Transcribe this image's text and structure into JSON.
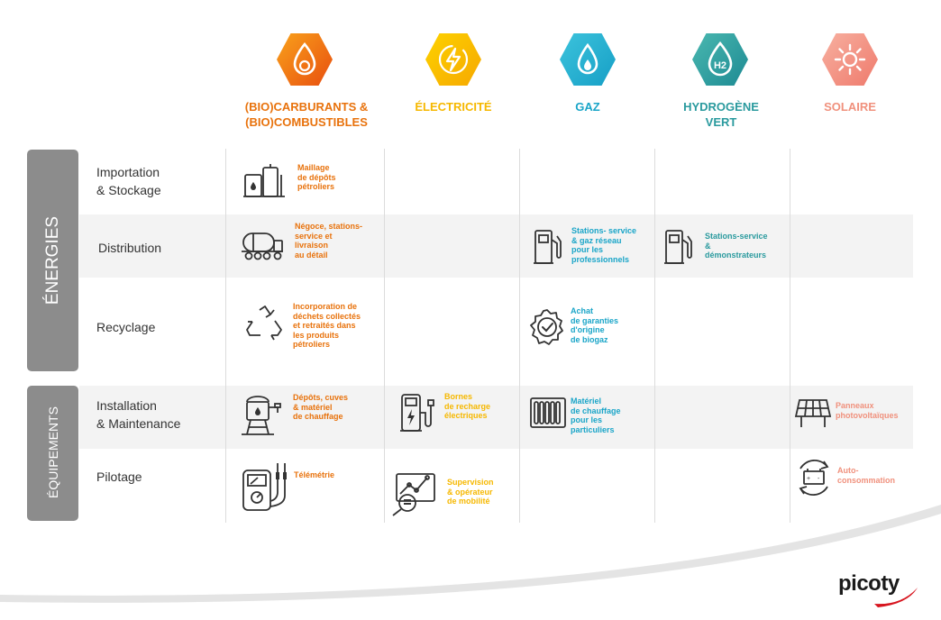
{
  "columns": [
    {
      "title": "(BIO)CARBURANTS &\n(BIO)COMBUSTIBLES",
      "color": "#e8720c",
      "icon": "flame-drop-icon"
    },
    {
      "title": "ÉLECTRICITÉ",
      "color": "#f6b800",
      "icon": "lightning-icon"
    },
    {
      "title": "GAZ",
      "color": "#1aa5c8",
      "icon": "gas-flame-icon"
    },
    {
      "title": "HYDROGÈNE\nVERT",
      "color": "#2a9a9e",
      "icon": "h2-drop-icon",
      "h2": "H2"
    },
    {
      "title": "SOLAIRE",
      "color": "#f0917d",
      "icon": "sun-icon"
    }
  ],
  "groups": {
    "energies": "ÉNERGIES",
    "equipements": "ÉQUIPEMENTS"
  },
  "rows": [
    {
      "label": "Importation\n& Stockage"
    },
    {
      "label": "Distribution"
    },
    {
      "label": "Recyclage"
    },
    {
      "label": "Installation\n& Maintenance"
    },
    {
      "label": "Pilotage"
    }
  ],
  "cells": {
    "storage_fuel": "Maillage\nde dépôts\npétroliers",
    "distribution_fuel": "Négoce, stations-\nservice et\nlivraison\nau détail",
    "distribution_gas": "Stations- service\n& gaz réseau\npour les\nprofessionnels",
    "distribution_h2": "Stations-service\n&\ndémonstrateurs",
    "recycling_fuel": "Incorporation  de\ndéchets collectés\net retraités dans\nles produits\npétroliers",
    "recycling_gas": "Achat\nde garanties\nd'origine\nde biogaz",
    "install_fuel": "Dépôts, cuves\n& matériel\nde chauffage",
    "install_elec": "Bornes\nde recharge\nélectriques",
    "install_gas": "Matériel\nde chauffage\npour les\nparticuliers",
    "install_solar": "Panneaux\nphotovoltaïques",
    "pilot_fuel": "Télémétrie",
    "pilot_elec": "Supervision\n&   opérateur\nde mobilité",
    "pilot_solar": "Auto-\nconsommation"
  },
  "logo": "picoty"
}
